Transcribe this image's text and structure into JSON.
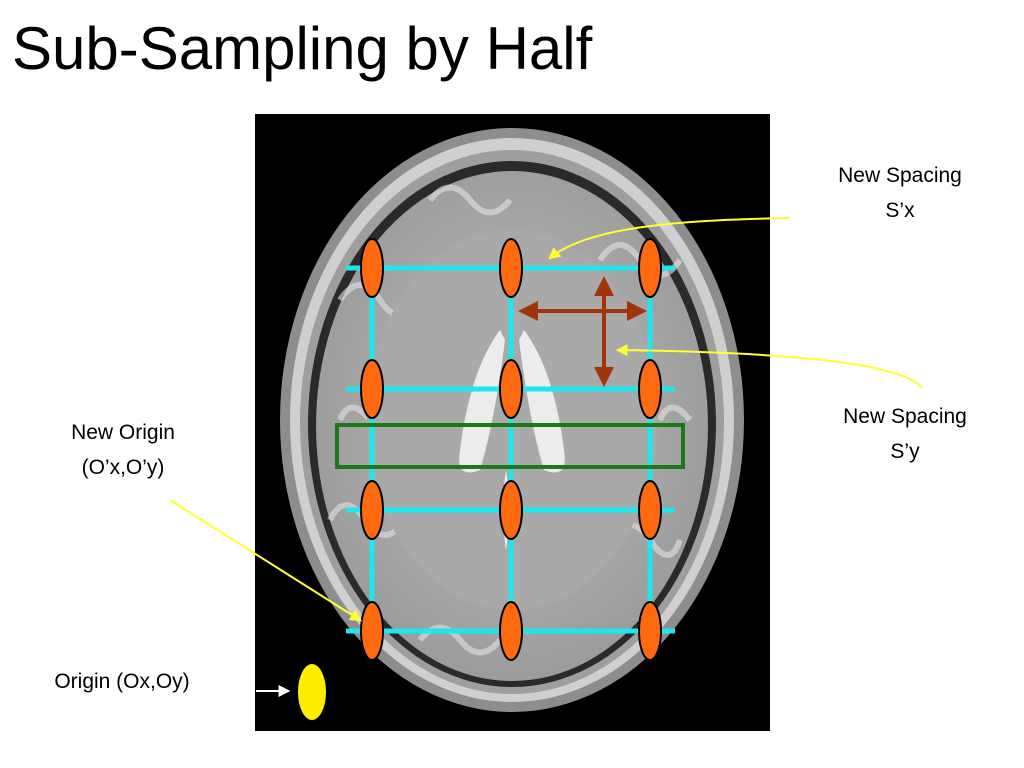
{
  "title": "Sub-Sampling by Half",
  "labels": {
    "spacing_x": {
      "line1": "New Spacing",
      "line2": "S’x"
    },
    "spacing_y": {
      "line1": "New Spacing",
      "line2": "S’y"
    },
    "new_origin": {
      "line1": "New Origin",
      "line2": "(O’x,O’y)"
    },
    "origin": {
      "text": "Origin (Ox,Oy)"
    }
  },
  "colors": {
    "grid_line": "#1ee6ee",
    "sample_point": "#ff6a10",
    "original_origin_point": "#ffee00",
    "pointer_arrow": "#ffff33",
    "spacing_arrow": "#a0350c",
    "highlight_row_box": "#1a7a1a",
    "mri_background": "#000000"
  },
  "grid": {
    "columns": 3,
    "rows": 4
  }
}
